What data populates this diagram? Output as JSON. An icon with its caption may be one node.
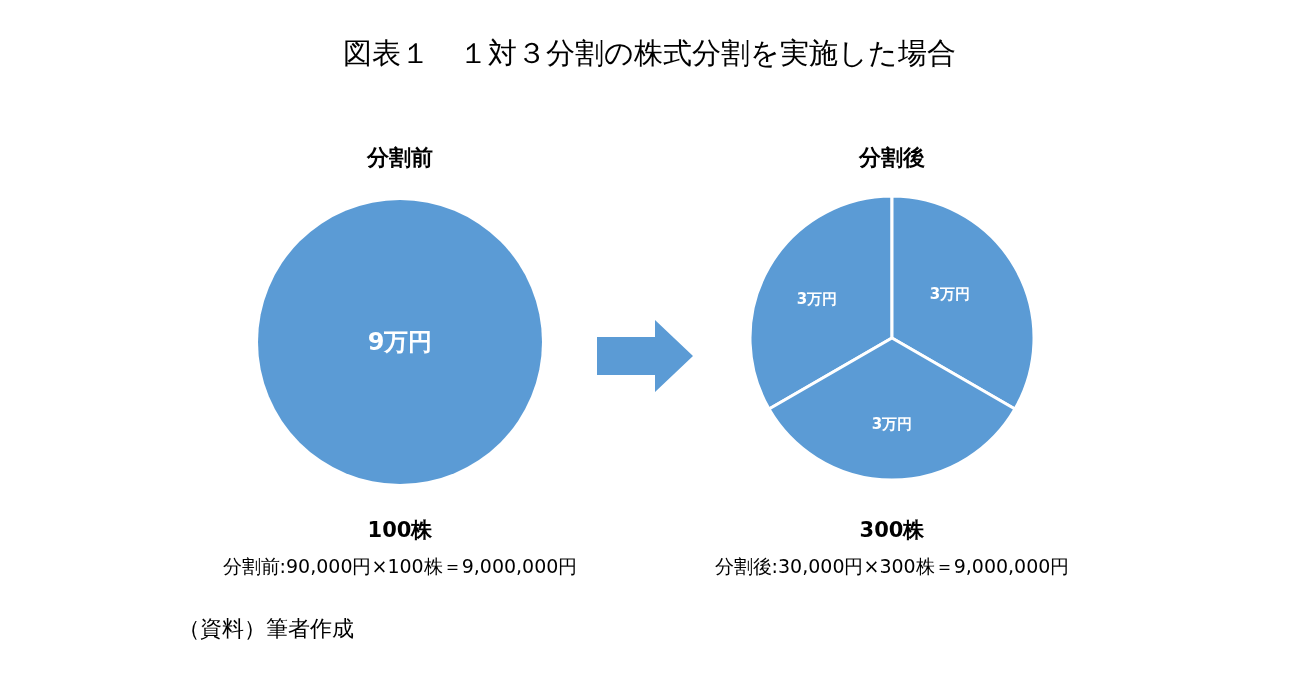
{
  "diagram": {
    "title": "図表１　１対３分割の株式分割を実施した場合",
    "nodes": [
      {
        "text": [
          "分割前",
          "9万円"
        ],
        "beside": [
          "100株",
          "分割前:90,000円×100株＝9,000,000円"
        ]
      },
      {
        "text": [
          "分割後"
        ],
        "beside": [
          "300株",
          "分割後:30,000円×300株＝9,000,000円"
        ]
      },
      {
        "text": [
          "3万円"
        ],
        "in": 1
      },
      {
        "text": [
          "3万円"
        ],
        "in": 1
      },
      {
        "text": [
          "3万円"
        ],
        "in": 1
      }
    ],
    "edges": [
      {
        "from": 0,
        "to": 1,
        "arrow": "to",
        "style": "thick"
      }
    ],
    "caption": "（資料）筆者作成"
  }
}
